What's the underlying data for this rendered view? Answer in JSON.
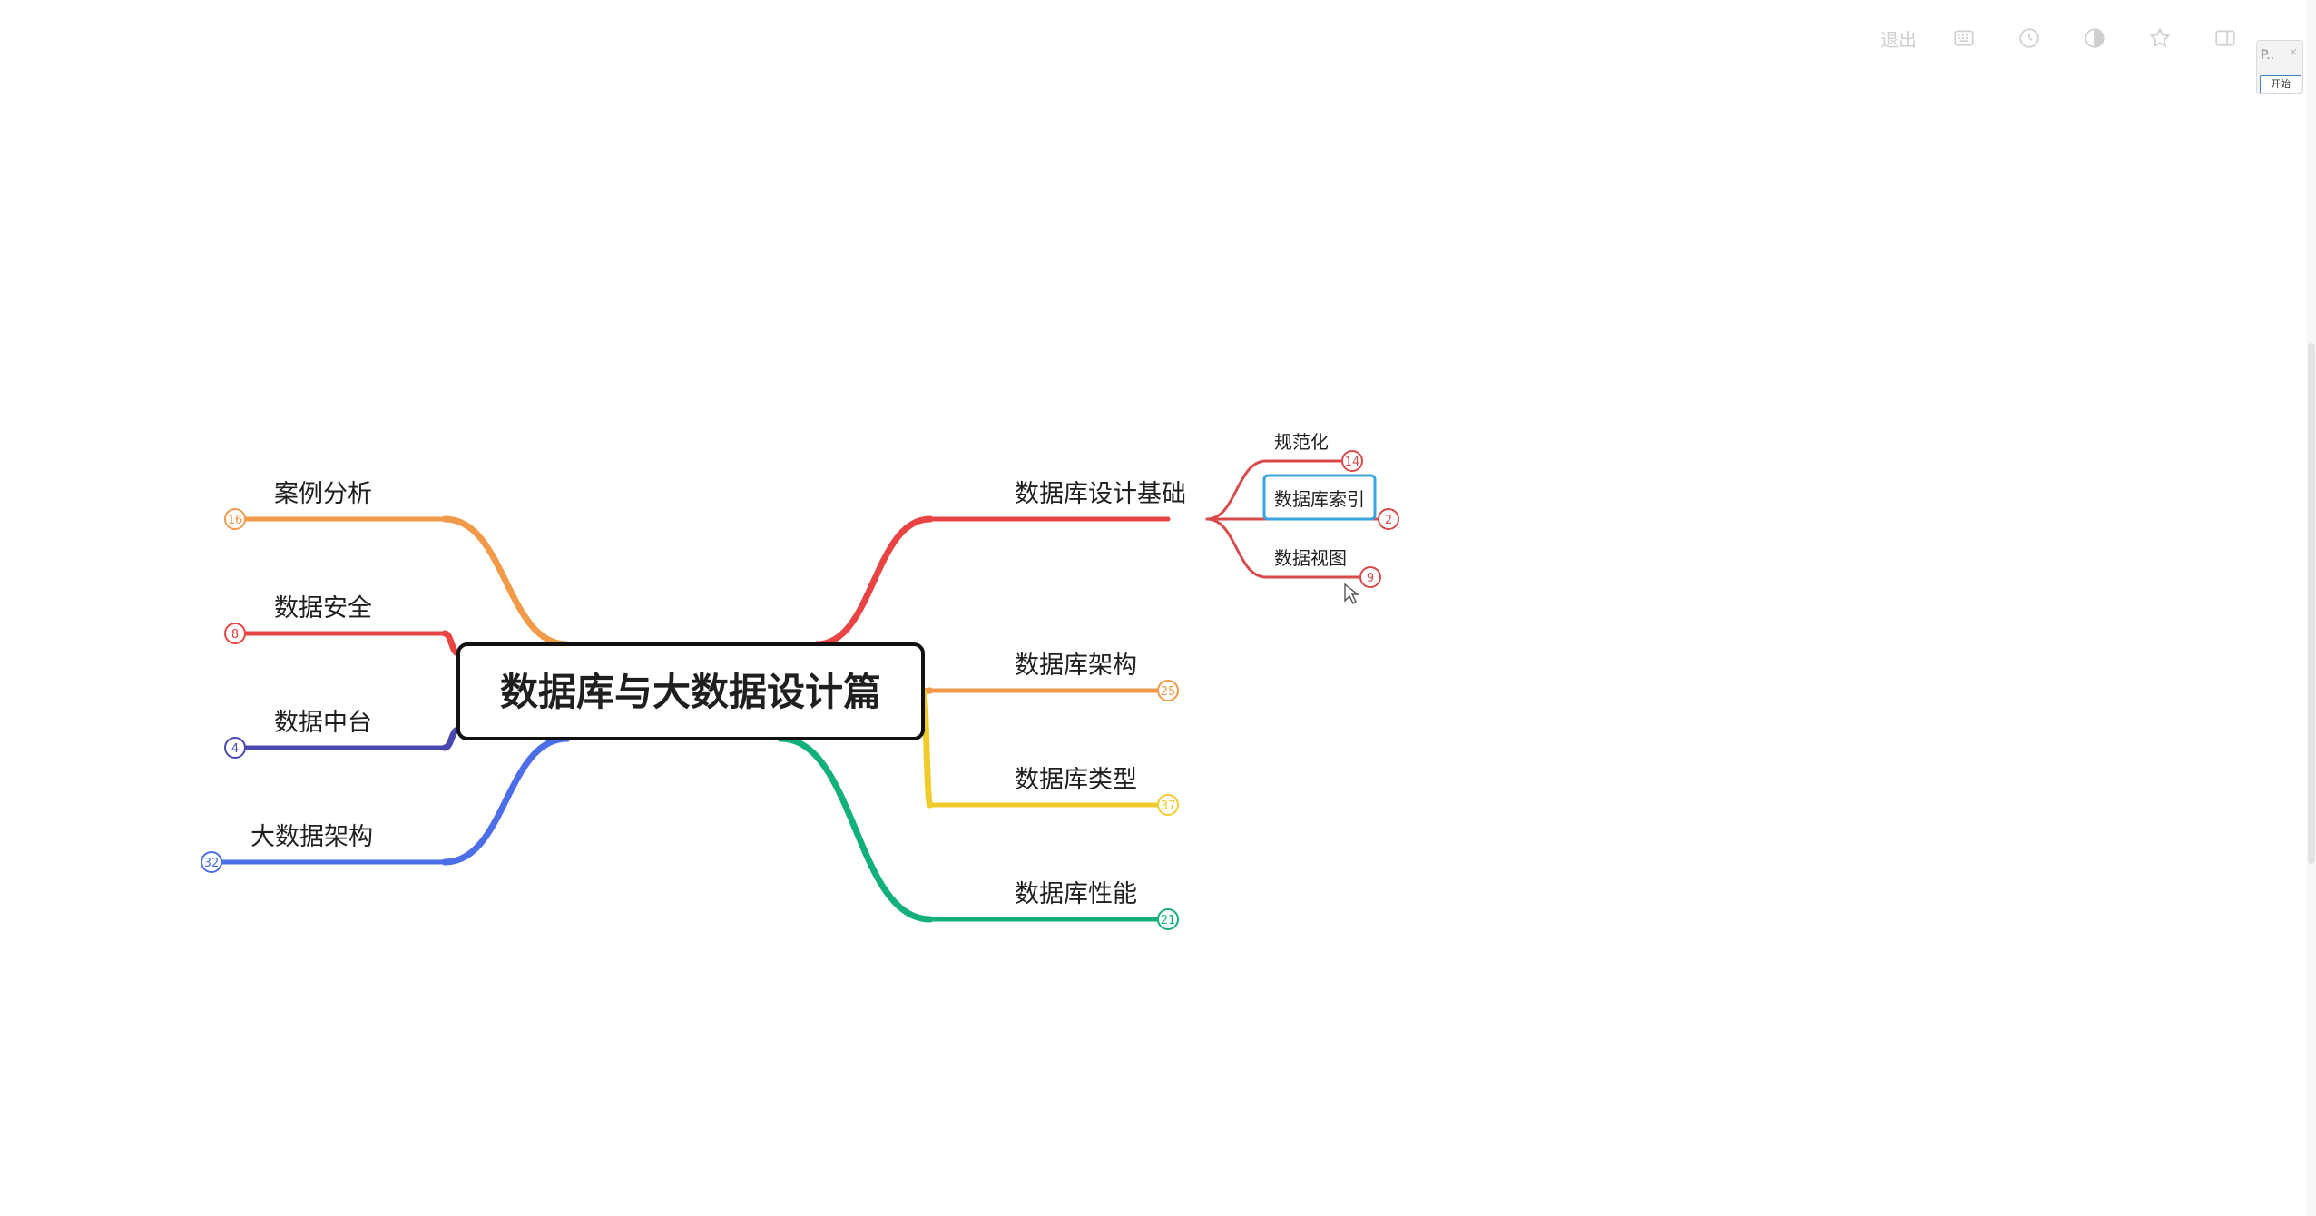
{
  "toolbar": {
    "exit_label": "退出",
    "icons": [
      "keyboard-icon",
      "clock-icon",
      "contrast-icon",
      "star-icon",
      "sidebar-icon"
    ]
  },
  "mini_widget": {
    "title": "P..",
    "close_glyph": "×",
    "start_label": "开始"
  },
  "mindmap": {
    "root": "数据库与大数据设计篇",
    "branches_right": [
      {
        "label": "数据库设计基础",
        "color": "#e84444",
        "count": "",
        "children": [
          {
            "label": "规范化",
            "count": "14"
          },
          {
            "label": "数据库索引",
            "count": "2",
            "selected": true
          },
          {
            "label": "数据视图",
            "count": "9"
          }
        ]
      },
      {
        "label": "数据库架构",
        "color": "#f09a4a",
        "count": "25"
      },
      {
        "label": "数据库类型",
        "color": "#f0cc2a",
        "count": "37"
      },
      {
        "label": "数据库性能",
        "color": "#14b07a",
        "count": "21"
      }
    ],
    "branches_left": [
      {
        "label": "案例分析",
        "color": "#f09a4a",
        "count": "16"
      },
      {
        "label": "数据安全",
        "color": "#e84444",
        "count": "8"
      },
      {
        "label": "数据中台",
        "color": "#4848b0",
        "count": "4"
      },
      {
        "label": "大数据架构",
        "color": "#4c6ee8",
        "count": "32"
      }
    ],
    "colors": {
      "root_border": "#111111",
      "selected_border": "#3aa3e0",
      "child_line": "#d94a4a",
      "text": "#1f1f1f"
    }
  }
}
